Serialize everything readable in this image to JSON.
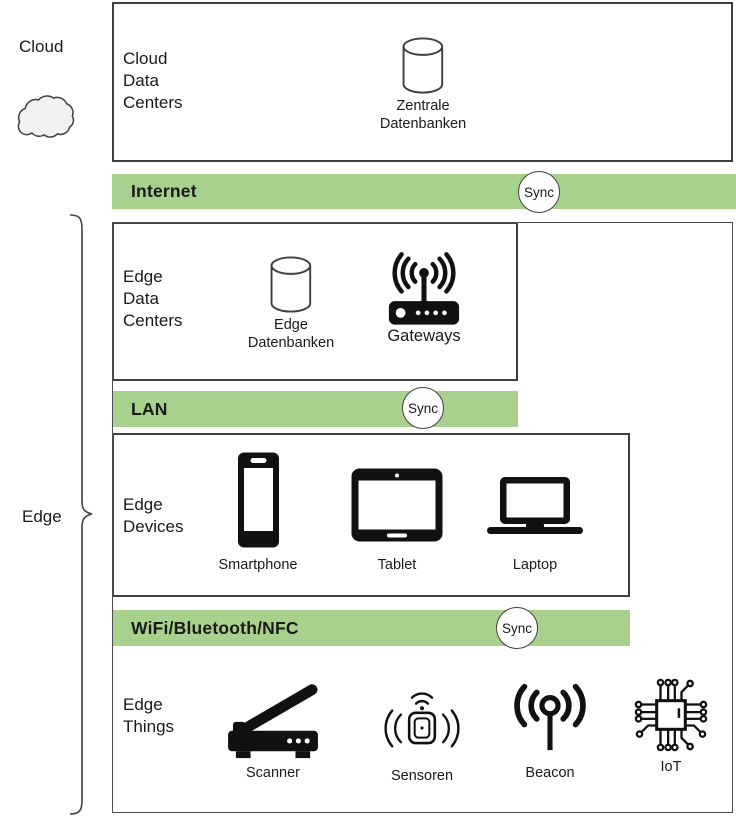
{
  "side_labels": {
    "cloud": "Cloud",
    "edge": "Edge"
  },
  "sections": {
    "cloud_data_centers": {
      "label": "Cloud\nData\nCenters",
      "items": [
        {
          "icon": "database-icon",
          "caption": "Zentrale\nDatenbanken"
        }
      ]
    },
    "edge_data_centers": {
      "label": "Edge\nData\nCenters",
      "items": [
        {
          "icon": "database-icon",
          "caption": "Edge\nDatenbanken"
        },
        {
          "icon": "router-icon",
          "caption": "Gateways"
        }
      ]
    },
    "edge_devices": {
      "label": "Edge\nDevices",
      "items": [
        {
          "icon": "smartphone-icon",
          "caption": "Smartphone"
        },
        {
          "icon": "tablet-icon",
          "caption": "Tablet"
        },
        {
          "icon": "laptop-icon",
          "caption": "Laptop"
        }
      ]
    },
    "edge_things": {
      "label": "Edge\nThings",
      "items": [
        {
          "icon": "scanner-icon",
          "caption": "Scanner"
        },
        {
          "icon": "sensor-icon",
          "caption": "Sensoren"
        },
        {
          "icon": "beacon-icon",
          "caption": "Beacon"
        },
        {
          "icon": "iot-chip-icon",
          "caption": "IoT"
        }
      ]
    }
  },
  "connectors": {
    "internet": {
      "label": "Internet",
      "sync_label": "Sync"
    },
    "lan": {
      "label": "LAN",
      "sync_label": "Sync"
    },
    "wifi": {
      "label": "WiFi/Bluetooth/NFC",
      "sync_label": "Sync"
    }
  },
  "colors": {
    "bar_green": "#a9d18e",
    "border_gray": "#404040",
    "icon_black": "#111111",
    "cloud_fill": "#f2f2f2"
  }
}
